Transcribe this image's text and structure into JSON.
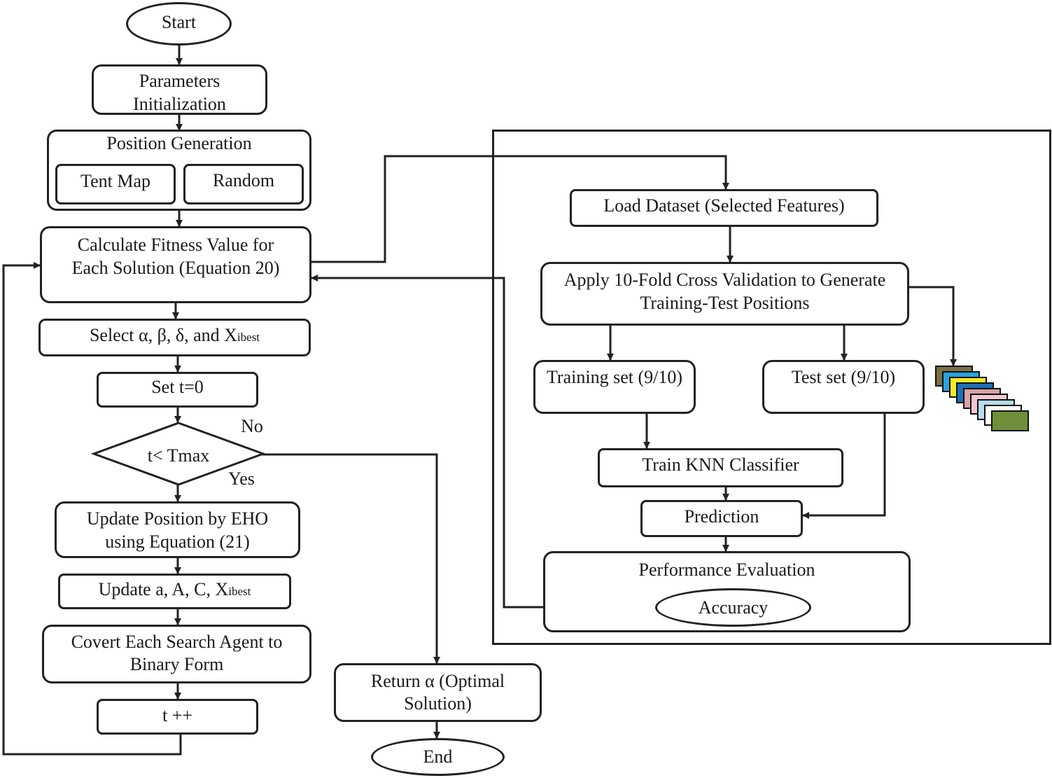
{
  "nodes": {
    "start": "Start",
    "params_l1": "Parameters",
    "params_l2": "Initialization",
    "position_generation": "Position Generation",
    "tent_map": "Tent Map",
    "random": "Random",
    "fitness_l1": "Calculate Fitness Value for",
    "fitness_l2": "Each Solution (Equation 20)",
    "select_main": "Select α, β, δ, and X",
    "select_sub": "ibest",
    "set_t": "Set t=0",
    "decision": "t< Tmax",
    "no": "No",
    "yes": "Yes",
    "update_pos_l1": "Update Position by EHO",
    "update_pos_l2": "using Equation (21)",
    "update_params_main": "Update a, A, C, X",
    "update_params_sub": "ibest",
    "convert_l1": "Covert Each Search Agent to",
    "convert_l2": "Binary Form",
    "t_inc": "t ++",
    "return_l1": "Return α (Optimal",
    "return_l2": "Solution)",
    "end": "End",
    "load_dataset": "Load Dataset (Selected Features)",
    "cv_l1": "Apply 10-Fold Cross Validation to Generate",
    "cv_l2": "Training-Test Positions",
    "training_set": "Training set (9/10)",
    "test_set": "Test set (9/10)",
    "train_knn": "Train KNN Classifier",
    "prediction": "Prediction",
    "performance": "Performance Evaluation",
    "accuracy": "Accuracy"
  },
  "stack_colors": [
    "#7a6f45",
    "#2aa3dc",
    "#f5ea2a",
    "#1f6fb8",
    "#d7a5a8",
    "#f2c7cf",
    "#b7dcee",
    "#ffffff",
    "#6f8f3a"
  ],
  "line_color": "#222222"
}
